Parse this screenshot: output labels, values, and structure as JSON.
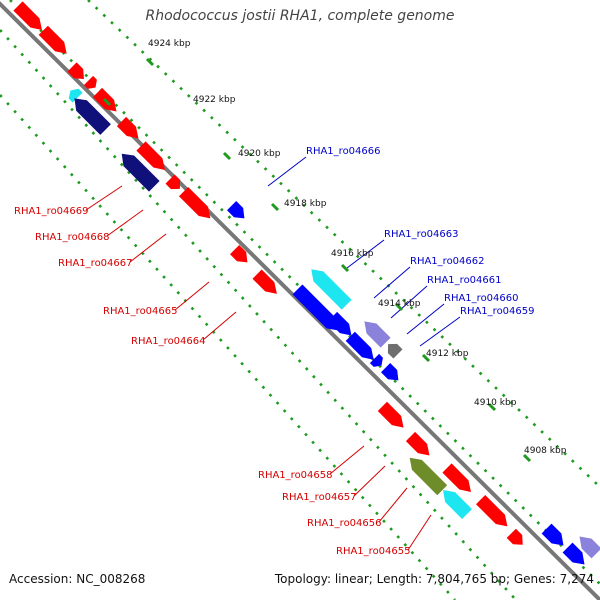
{
  "title": "Rhodococcus jostii RHA1, complete genome",
  "footer": {
    "accession": "Accession: NC_008268",
    "summary": "Topology: linear; Length: 7,804,765 bp; Genes: 7,274"
  },
  "colors": {
    "backbone": "#777777",
    "dots": "#1f9a1f",
    "forward_gene": "#ff0000",
    "reverse_gene": "#0000ff",
    "dark_blue": "#10107a",
    "cyan": "#1ee6f0",
    "lavender": "#8b82dc",
    "gray": "#6e6e6e",
    "olive": "#6f8c2a",
    "forward_label": "#d40000",
    "reverse_label": "#0000c8"
  },
  "ticks": [
    "4924 kbp",
    "4922 kbp",
    "4920 kbp",
    "4918 kbp",
    "4916 kbp",
    "4914 kbp",
    "4912 kbp",
    "4910 kbp",
    "4908 kbp"
  ],
  "forward_labels": [
    "RHA1_ro04669",
    "RHA1_ro04668",
    "RHA1_ro04667",
    "RHA1_ro04665",
    "RHA1_ro04664",
    "RHA1_ro04658",
    "RHA1_ro04657",
    "RHA1_ro04656",
    "RHA1_ro04655"
  ],
  "reverse_labels": [
    "RHA1_ro04666",
    "RHA1_ro04663",
    "RHA1_ro04662",
    "RHA1_ro04661",
    "RHA1_ro04660",
    "RHA1_ro04659"
  ]
}
